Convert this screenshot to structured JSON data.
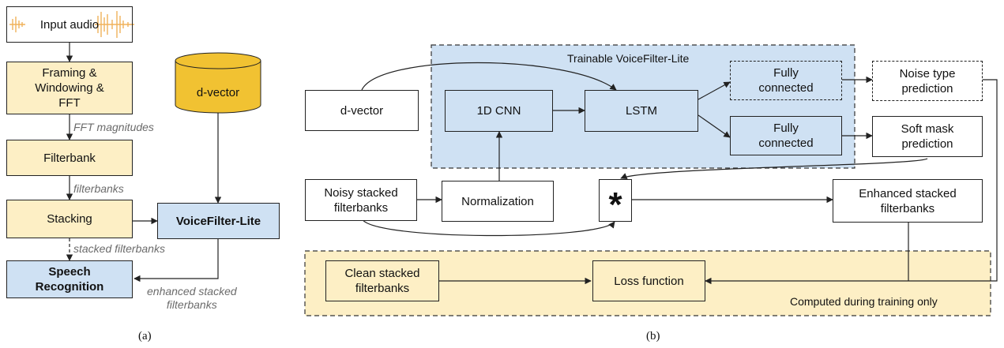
{
  "panel_a": {
    "caption": "(a)",
    "nodes": {
      "input_audio": "Input audio",
      "framing": "Framing &\nWindowing &\nFFT",
      "filterbank": "Filterbank",
      "stacking": "Stacking",
      "speech_recognition": "Speech\nRecognition",
      "voicefilter_lite": "VoiceFilter-Lite",
      "d_vector": "d-vector"
    },
    "edge_labels": {
      "fft_magnitudes": "FFT magnitudes",
      "filterbanks": "filterbanks",
      "stacked_filterbanks": "stacked filterbanks",
      "enhanced_stacked_filterbanks": "enhanced stacked\nfilterbanks"
    }
  },
  "panel_b": {
    "caption": "(b)",
    "trainable_region_label": "Trainable VoiceFilter-Lite",
    "training_region_label": "Computed during training only",
    "nodes": {
      "d_vector": "d-vector",
      "cnn": "1D CNN",
      "lstm": "LSTM",
      "fc_noise": "Fully\nconnected",
      "fc_mask": "Fully\nconnected",
      "noise_type": "Noise type\nprediction",
      "soft_mask": "Soft mask\nprediction",
      "noisy": "Noisy stacked\nfilterbanks",
      "normalization": "Normalization",
      "multiply": "*",
      "enhanced": "Enhanced stacked\nfilterbanks",
      "clean": "Clean stacked\nfilterbanks",
      "loss": "Loss function"
    }
  },
  "colors": {
    "yellow_fill": "#fdefc5",
    "blue_fill": "#cfe1f3",
    "cylinder_fill": "#f1c232",
    "waveform": "#f0b25a",
    "edge_label_gray": "#6b6b6b"
  }
}
